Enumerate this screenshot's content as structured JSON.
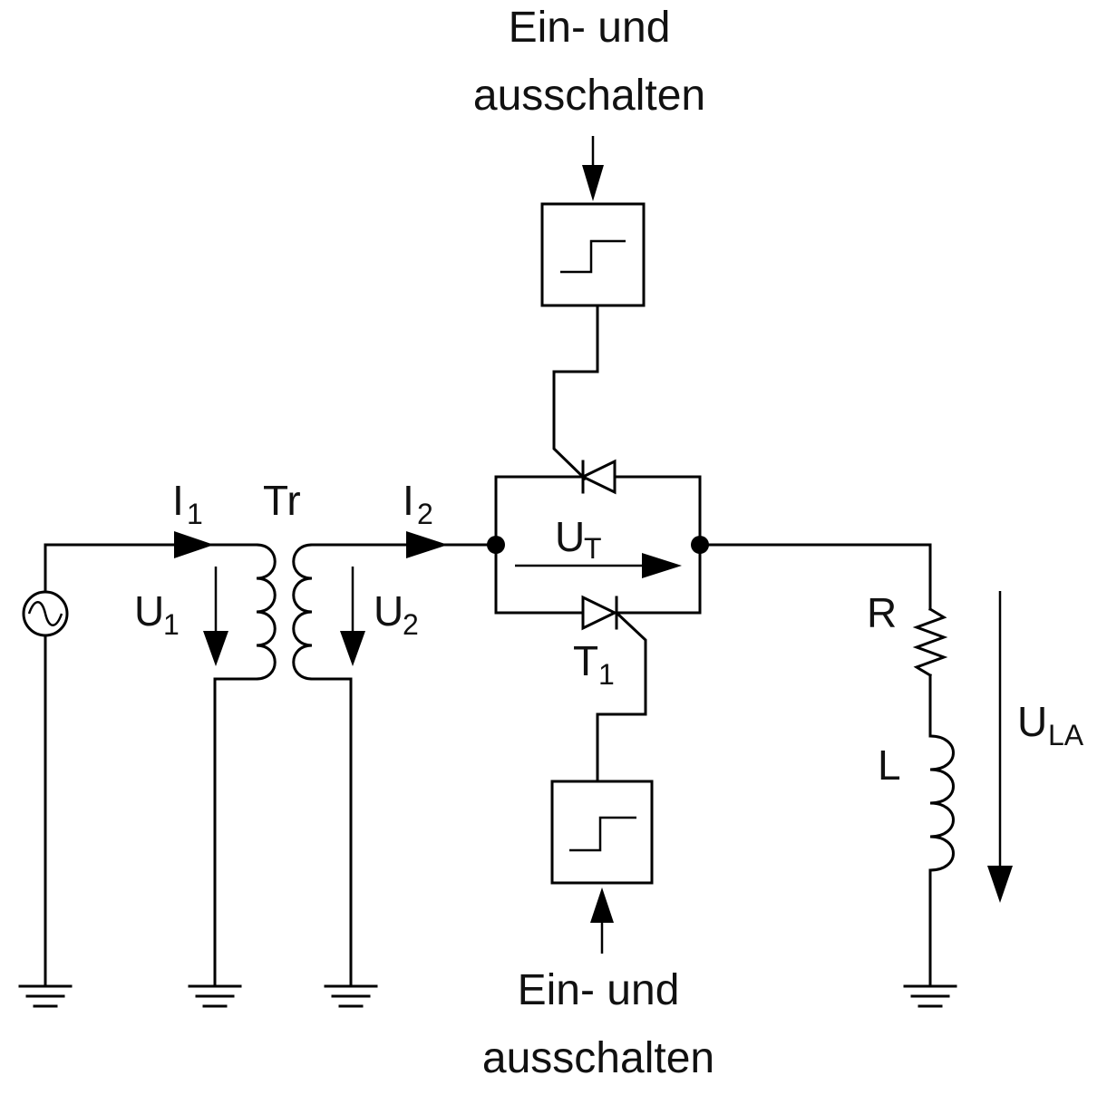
{
  "labels": {
    "top_control_line1": "Ein- und",
    "top_control_line2": "ausschalten",
    "bottom_control_line1": "Ein- und",
    "bottom_control_line2": "ausschalten",
    "i1_main": "I",
    "i1_sub": "1",
    "tr": "Tr",
    "i2_main": "I",
    "i2_sub": "2",
    "u1_main": "U",
    "u1_sub": "1",
    "u2_main": "U",
    "u2_sub": "2",
    "ut_main": "U",
    "ut_sub": "T",
    "t1_main": "T",
    "t1_sub": "1",
    "r": "R",
    "l": "L",
    "ula_main": "U",
    "ula_sub": "LA"
  },
  "icons": {
    "source": "ac-source-icon",
    "ground": "ground-icon",
    "trigger": "step-trigger-icon",
    "thyristor": "thyristor-icon"
  }
}
